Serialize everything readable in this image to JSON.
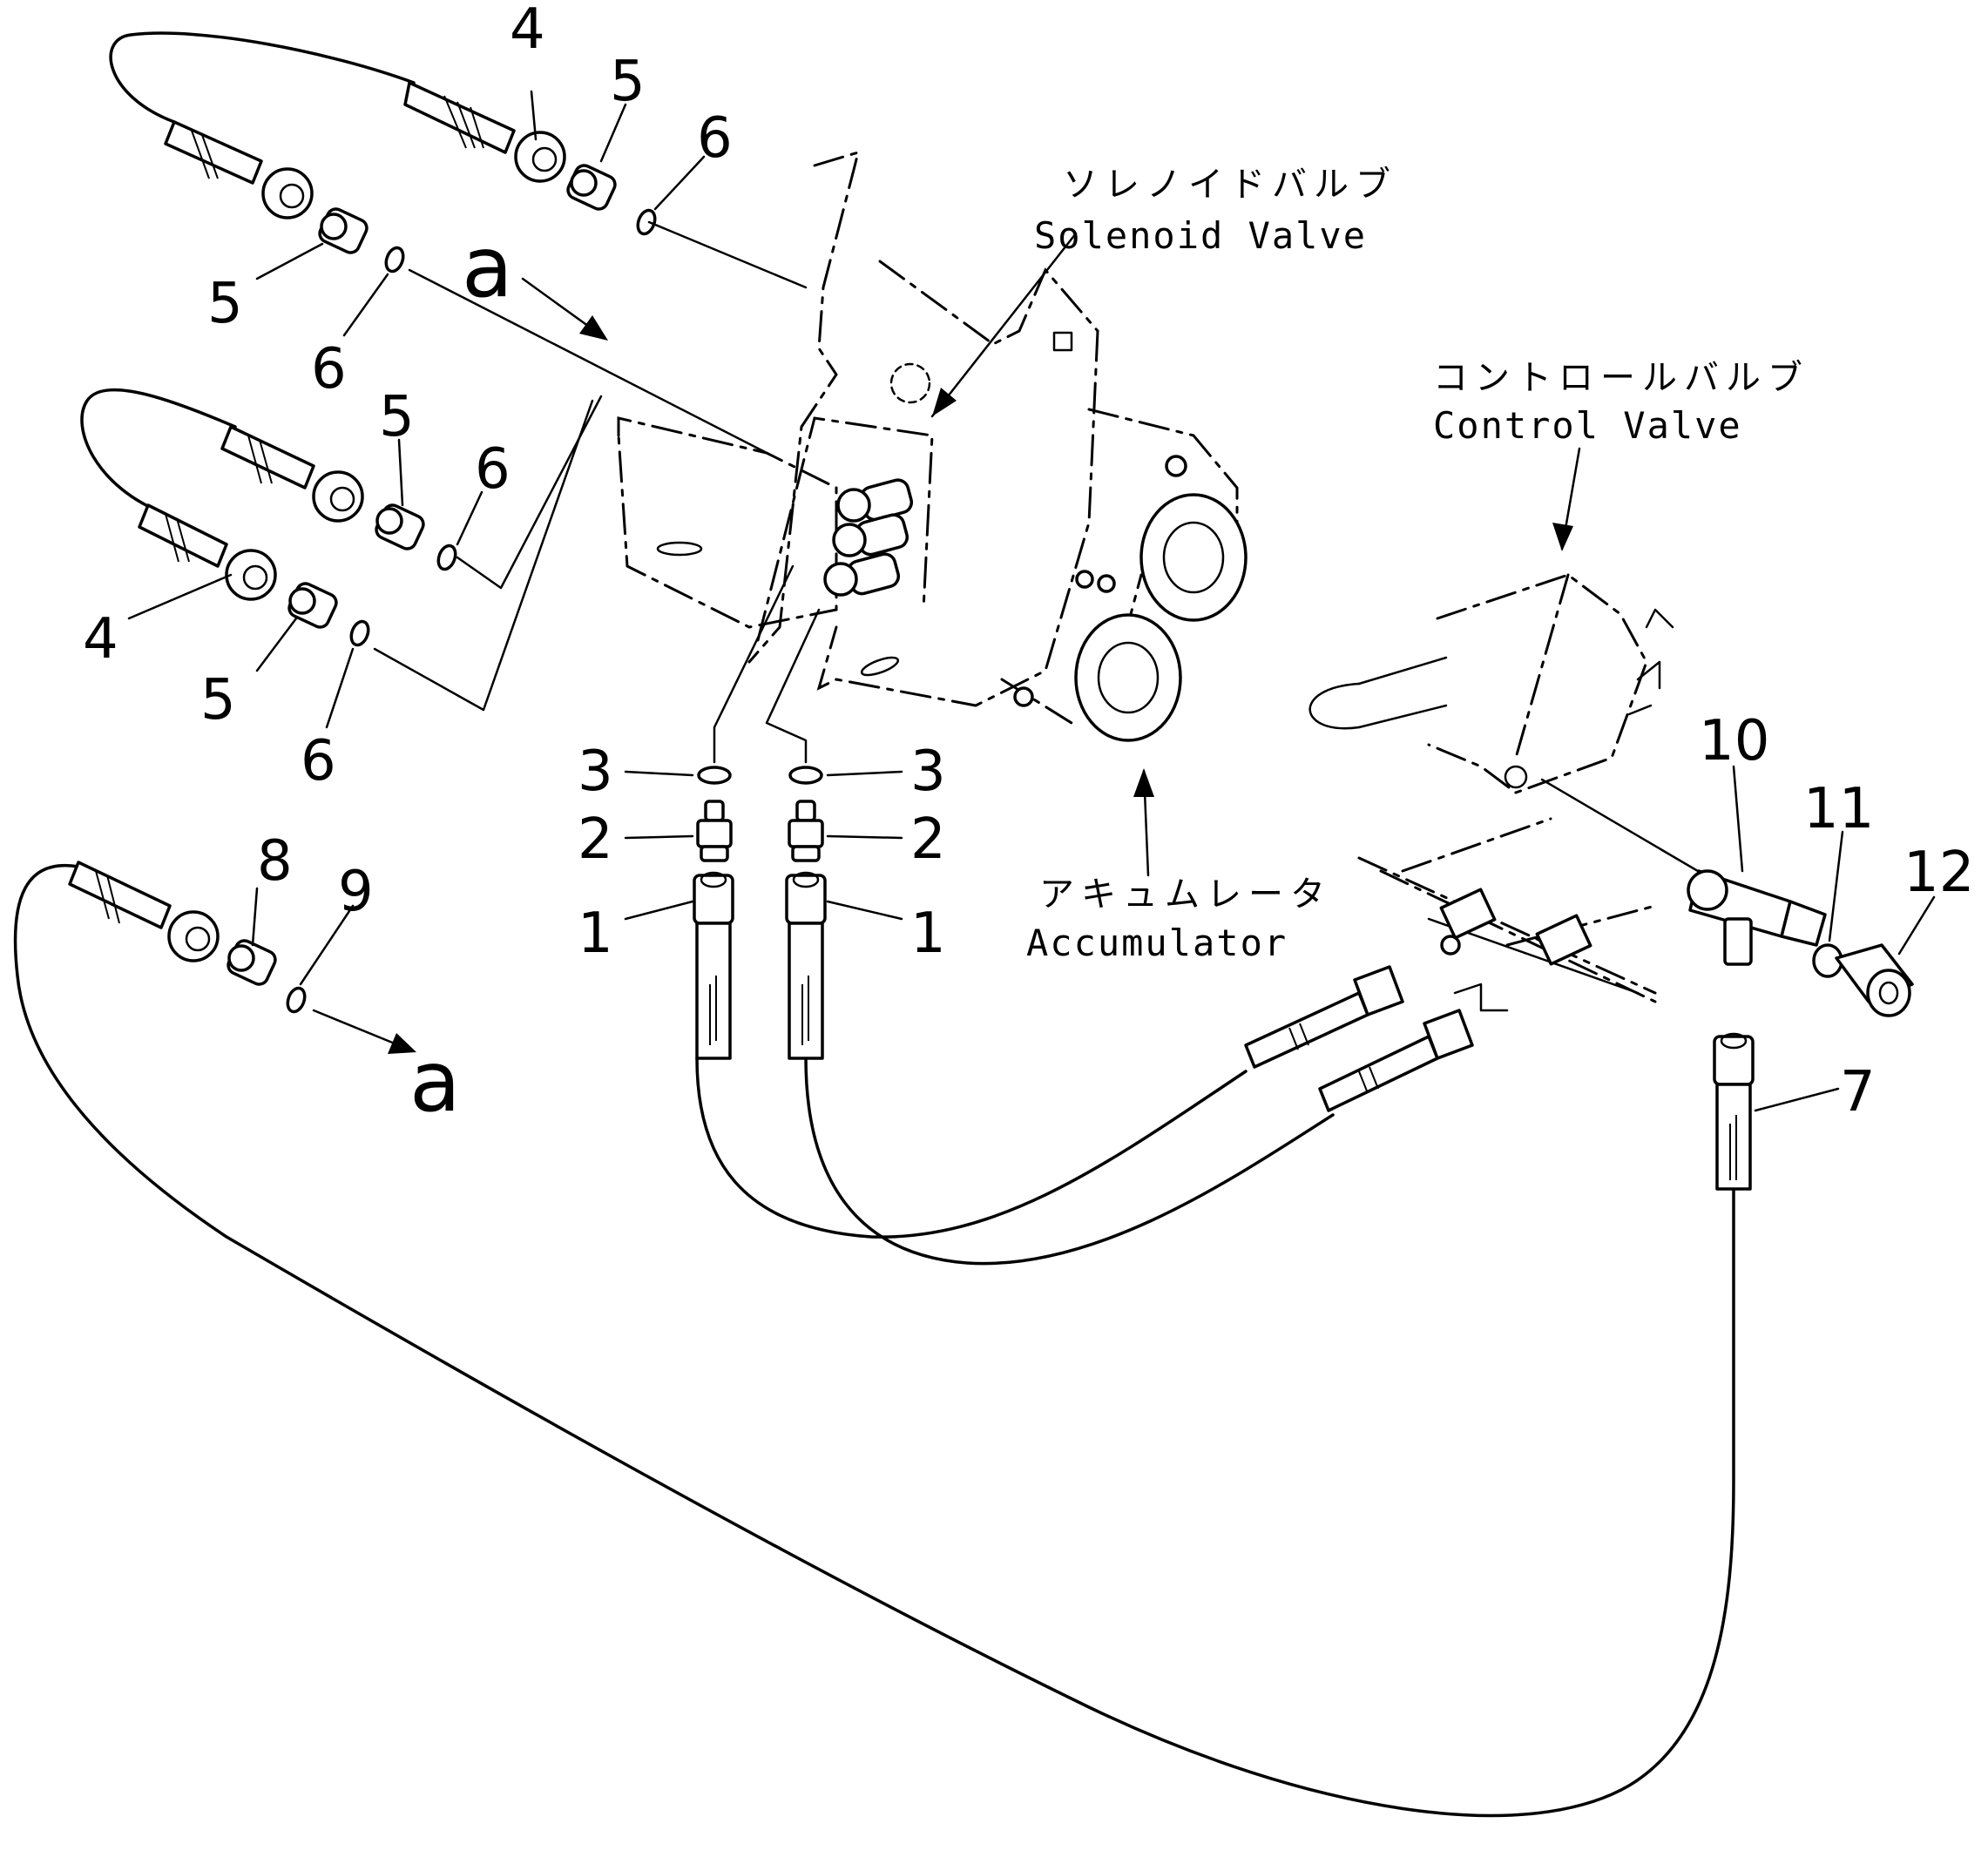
{
  "labels": {
    "solenoid_valve_jp": "ソレノイドバルブ",
    "solenoid_valve_en": "Solenoid Valve",
    "control_valve_jp": "コントロールバルブ",
    "control_valve_en": "Control Valve",
    "accumulator_jp": "アキュムレータ",
    "accumulator_en": "Accumulator"
  },
  "ref_marks": {
    "a_top": "a",
    "a_bottom": "a"
  },
  "callouts": {
    "c1_left": "1",
    "c1_right": "1",
    "c2_left": "2",
    "c2_right": "2",
    "c3_left": "3",
    "c3_right": "3",
    "c4_top": "4",
    "c4_mid": "4",
    "c5_top": "5",
    "c5_upper_left": "5",
    "c5_mid": "5",
    "c5_lower": "5",
    "c6_top": "6",
    "c6_upper_left": "6",
    "c6_mid": "6",
    "c6_lower": "6",
    "c7": "7",
    "c8": "8",
    "c9": "9",
    "c10": "10",
    "c11": "11",
    "c12": "12"
  }
}
